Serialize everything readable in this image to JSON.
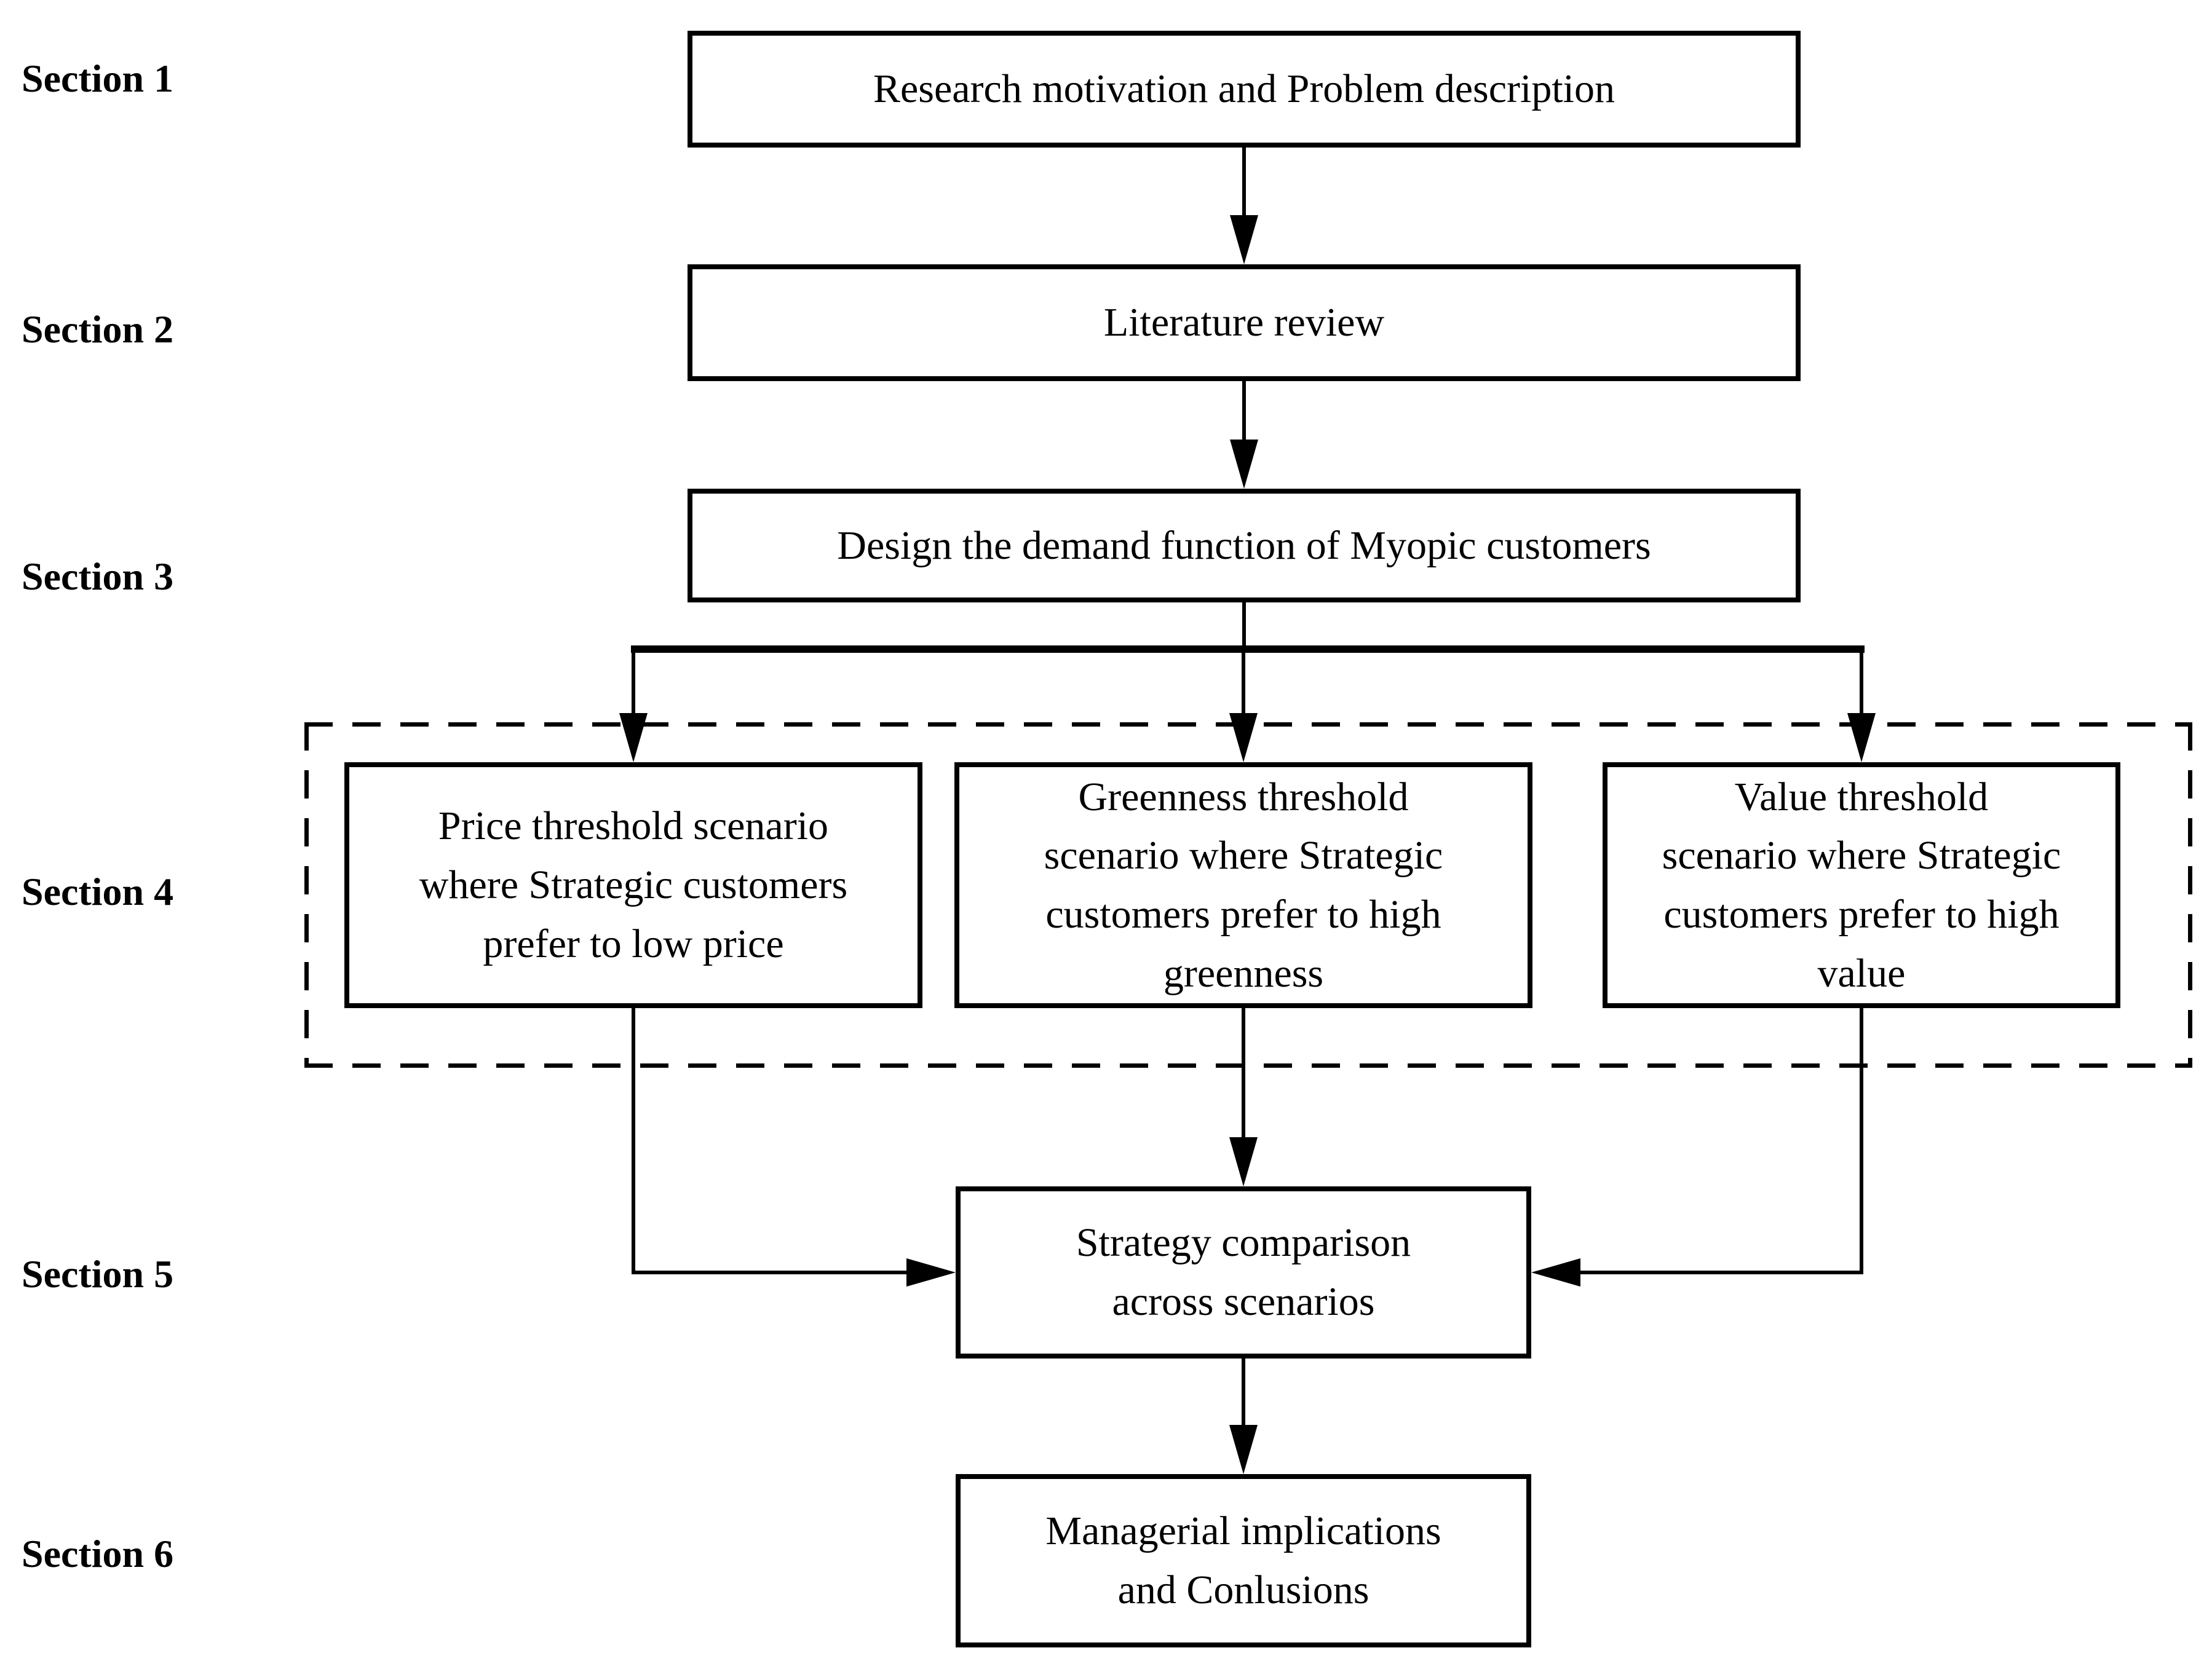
{
  "flowchart": {
    "background_color": "#ffffff",
    "line_color": "#000000",
    "text_color": "#000000",
    "sections": [
      {
        "label": "Section 1"
      },
      {
        "label": "Section 2"
      },
      {
        "label": "Section 3"
      },
      {
        "label": "Section 4"
      },
      {
        "label": "Section 5"
      },
      {
        "label": "Section 6"
      }
    ],
    "nodes": {
      "research_motivation": {
        "text": "Research motivation and Problem description"
      },
      "literature_review": {
        "text": "Literature review"
      },
      "demand_function": {
        "text": "Design the demand function of Myopic customers"
      },
      "price_threshold": {
        "text": "Price threshold scenario\nwhere Strategic customers\nprefer to low price"
      },
      "greenness_threshold": {
        "text": "Greenness threshold\nscenario where Strategic\ncustomers prefer to high\ngreenness"
      },
      "value_threshold": {
        "text": "Value threshold\nscenario where Strategic\ncustomers prefer to high\nvalue"
      },
      "strategy_comparison": {
        "text": "Strategy comparison\nacross scenarios"
      },
      "managerial_implications": {
        "text": "Managerial implications\nand Conlusions"
      }
    }
  }
}
